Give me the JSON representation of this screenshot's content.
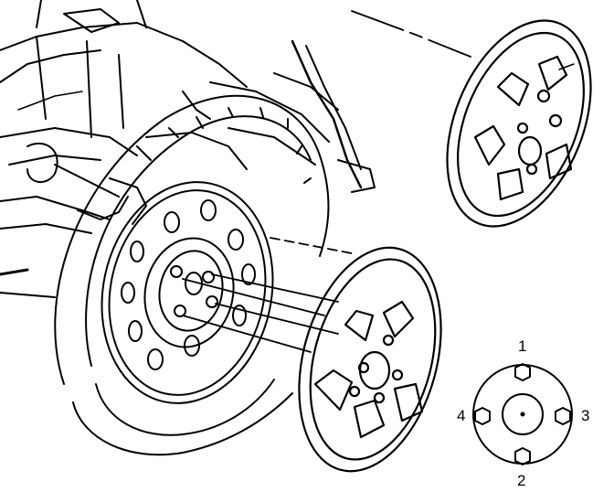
{
  "colors": {
    "ink": "#000000",
    "paper": "#ffffff"
  },
  "bolt_sequence": {
    "labels": [
      {
        "id": "top",
        "text": "1"
      },
      {
        "id": "bottom",
        "text": "2"
      },
      {
        "id": "right",
        "text": "3"
      },
      {
        "id": "left",
        "text": "4"
      }
    ]
  }
}
